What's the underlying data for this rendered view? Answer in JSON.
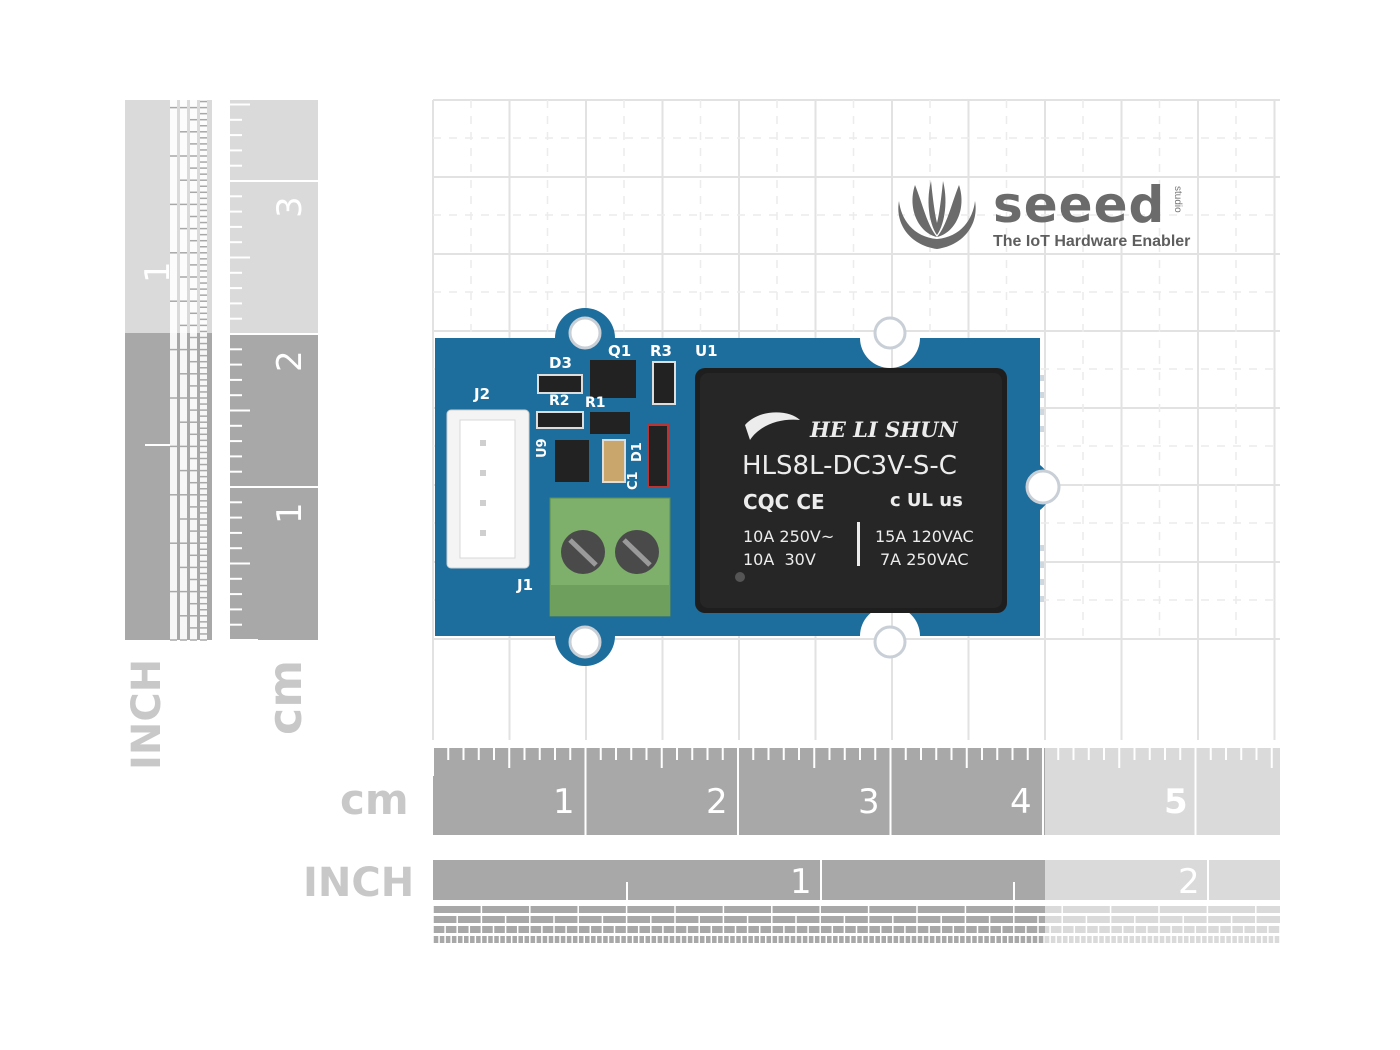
{
  "brand": {
    "name": "seeed",
    "superscript": "studio",
    "tagline": "The IoT Hardware Enabler"
  },
  "left_rulers": {
    "inch_label": "INCH",
    "cm_label": "cm",
    "inch_numbers": [
      "1"
    ],
    "cm_numbers": [
      "3",
      "2",
      "1"
    ]
  },
  "bottom_rulers": {
    "cm_label": "cm",
    "inch_label": "INCH",
    "cm_numbers": [
      "1",
      "2",
      "3",
      "4",
      "5"
    ],
    "inch_numbers": [
      "1",
      "2"
    ]
  },
  "board": {
    "labels": [
      "D3",
      "Q1",
      "R3",
      "U1",
      "J2",
      "R2",
      "R1",
      "U9",
      "C1",
      "D1",
      "J1"
    ],
    "relay": {
      "brand": "HE LI SHUN",
      "model": "HLS8L-DC3V-S-C",
      "certs_left": "CQC CE",
      "certs_right": "c UL us",
      "rating_left_1": "10A 250V~",
      "rating_left_2": "10A  30V",
      "rating_right_1": "15A 120VAC",
      "rating_right_2": "7A 250VAC"
    }
  },
  "colors": {
    "pcb": "#1d6e9c",
    "ruler_dark": "#a8a8a8",
    "ruler_light": "#dadada",
    "grid": "#dddddd",
    "terminal": "#7fb06b",
    "relay": "#1e1e1e"
  }
}
